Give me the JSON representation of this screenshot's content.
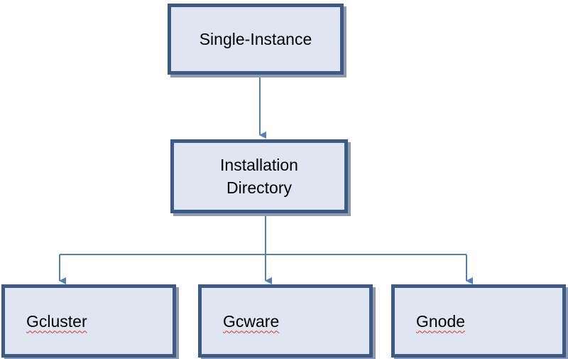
{
  "nodes": {
    "single_instance": "Single-Instance",
    "installation_directory": [
      "Installation",
      "Directory"
    ],
    "gcluster": "Gcluster",
    "gcware": "Gcware",
    "gnode": "Gnode"
  },
  "colors": {
    "box_fill": "#dfe6f1",
    "box_border": "#3d5a86",
    "connector": "#4f81bd",
    "spellcheck_underline": "#e03030"
  }
}
